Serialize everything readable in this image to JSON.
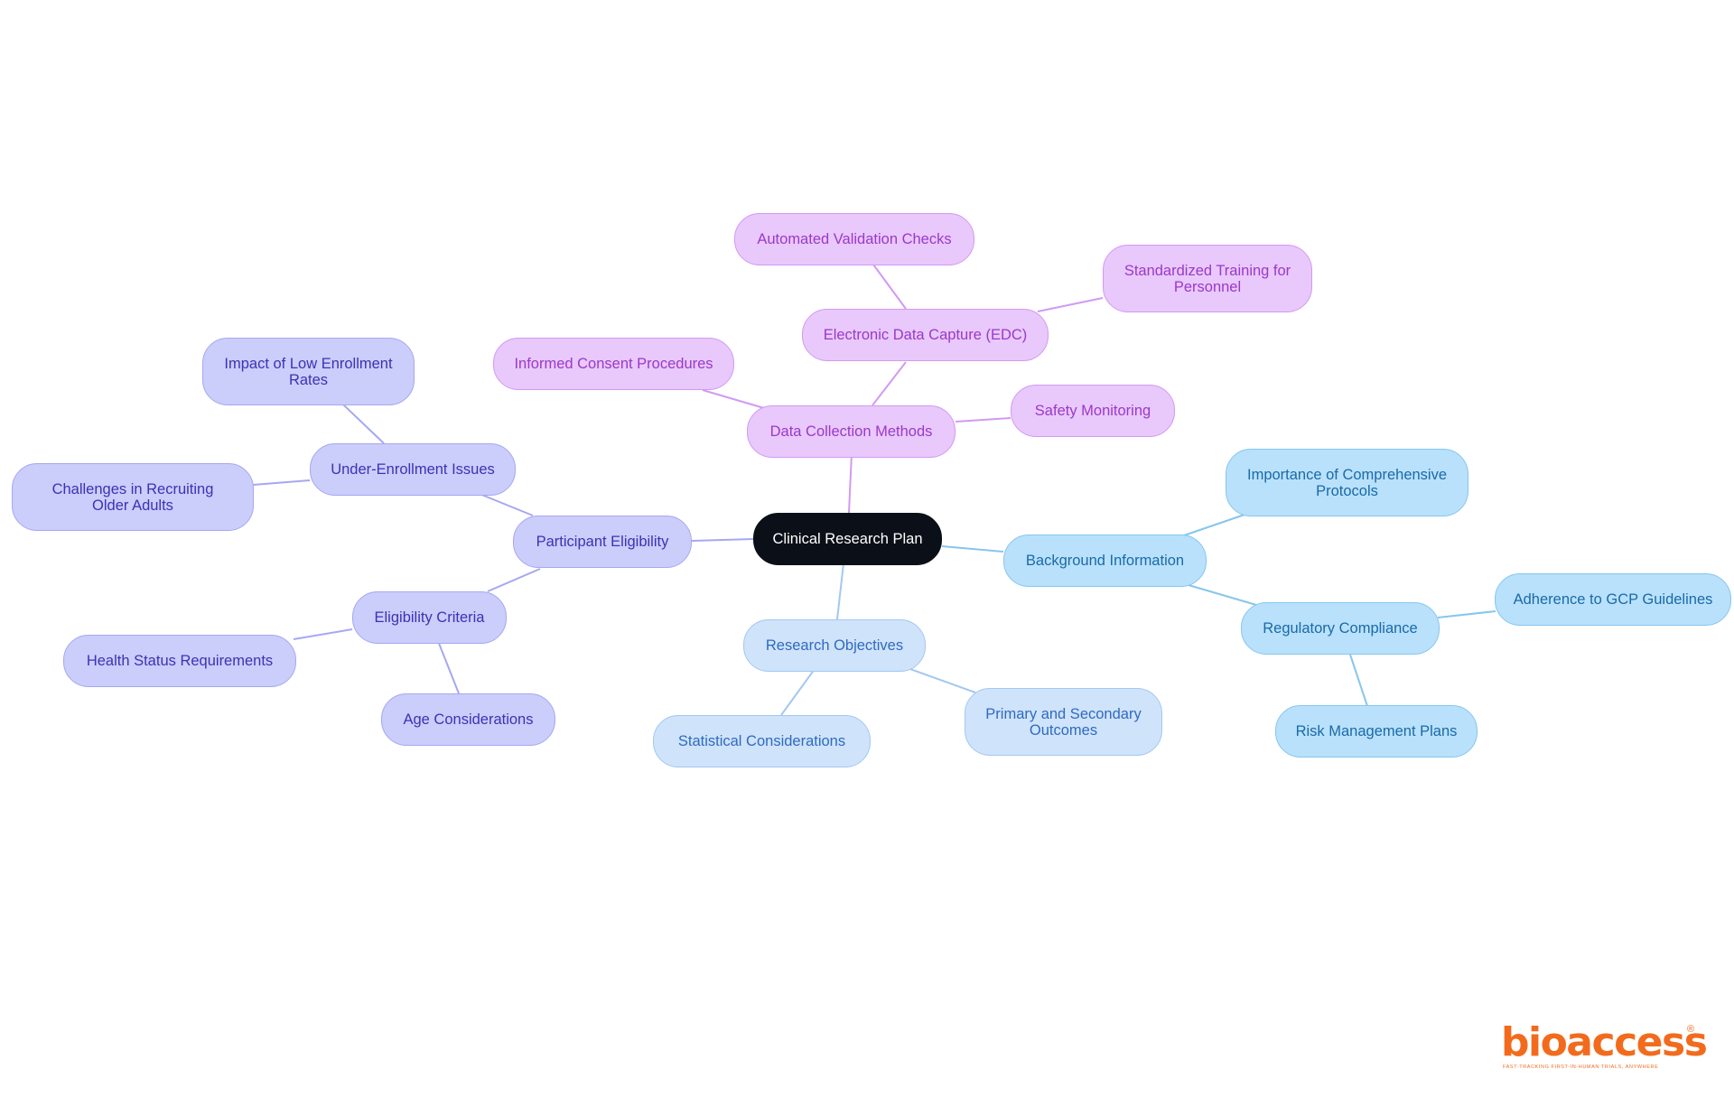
{
  "mindmap": {
    "root": "Clinical Research Plan",
    "branches": {
      "data_collection": {
        "label": "Data Collection Methods",
        "children": {
          "edc": {
            "label": "Electronic Data Capture (EDC)",
            "children": {
              "validation": "Automated Validation Checks",
              "training": "Standardized Training for Personnel"
            }
          },
          "consent": "Informed Consent Procedures",
          "safety": "Safety Monitoring"
        }
      },
      "eligibility": {
        "label": "Participant Eligibility",
        "children": {
          "under_enrollment": {
            "label": "Under-Enrollment Issues",
            "children": {
              "impact": "Impact of Low Enrollment Rates",
              "recruiting": "Challenges in Recruiting Older Adults"
            }
          },
          "criteria": {
            "label": "Eligibility Criteria",
            "children": {
              "health": "Health Status Requirements",
              "age": "Age Considerations"
            }
          }
        }
      },
      "objectives": {
        "label": "Research Objectives",
        "children": {
          "statistical": "Statistical Considerations",
          "outcomes": "Primary and Secondary Outcomes"
        }
      },
      "background": {
        "label": "Background Information",
        "children": {
          "protocols": "Importance of Comprehensive Protocols",
          "regulatory": {
            "label": "Regulatory Compliance",
            "children": {
              "gcp": "Adherence to GCP Guidelines",
              "risk": "Risk Management Plans"
            }
          }
        }
      }
    }
  },
  "colors": {
    "root": "#0b1018",
    "data_collection": "#d19af2",
    "eligibility": "#a5a8f0",
    "objectives": "#a2c8f1",
    "background": "#86c6ee"
  },
  "logo": {
    "brand": "bioaccess",
    "tagline": "FAST-TRACKING FIRST-IN-HUMAN TRIALS, ANYWHERE",
    "registered": "®"
  }
}
